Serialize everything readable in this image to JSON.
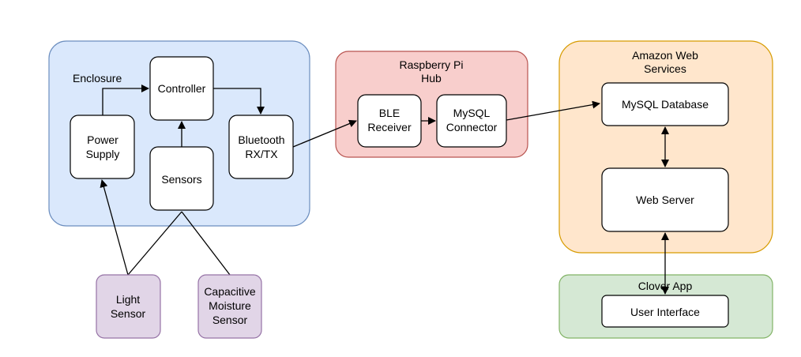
{
  "colors": {
    "enclosure_fill": "#dae8fc",
    "enclosure_stroke": "#6c8ebf",
    "pi_fill": "#f8cecc",
    "pi_stroke": "#b85450",
    "aws_fill": "#ffe6cc",
    "aws_stroke": "#d79b00",
    "app_fill": "#d5e8d4",
    "app_stroke": "#82b366",
    "sensor_fill": "#e1d5e7",
    "sensor_stroke": "#9673a6",
    "node_fill": "#ffffff",
    "line": "#000000"
  },
  "groups": {
    "enclosure": {
      "title": "Enclosure"
    },
    "pi": {
      "title_line1": "Raspberry Pi",
      "title_line2": "Hub"
    },
    "aws": {
      "title_line1": "Amazon Web",
      "title_line2": "Services"
    },
    "app": {
      "title": "Clover App"
    }
  },
  "nodes": {
    "controller": {
      "label": "Controller"
    },
    "power_supply": {
      "label_line1": "Power",
      "label_line2": "Supply"
    },
    "sensors": {
      "label": "Sensors"
    },
    "bluetooth": {
      "label_line1": "Bluetooth",
      "label_line2": "RX/TX"
    },
    "ble_receiver": {
      "label_line1": "BLE",
      "label_line2": "Receiver"
    },
    "mysql_connector": {
      "label_line1": "MySQL",
      "label_line2": "Connector"
    },
    "mysql_database": {
      "label": "MySQL Database"
    },
    "web_server": {
      "label": "Web Server"
    },
    "user_interface": {
      "label": "User Interface"
    },
    "light_sensor": {
      "label_line1": "Light",
      "label_line2": "Sensor"
    },
    "moisture_sensor": {
      "label_line1": "Capacitive",
      "label_line2": "Moisture",
      "label_line3": "Sensor"
    }
  },
  "edges": [
    {
      "from": "power_supply",
      "to": "controller",
      "arrow": "end"
    },
    {
      "from": "controller",
      "to": "bluetooth",
      "arrow": "end"
    },
    {
      "from": "sensors",
      "to": "controller",
      "arrow": "end"
    },
    {
      "from": "bluetooth",
      "to": "ble_receiver",
      "arrow": "end"
    },
    {
      "from": "ble_receiver",
      "to": "mysql_connector",
      "arrow": "end"
    },
    {
      "from": "mysql_connector",
      "to": "mysql_database",
      "arrow": "end"
    },
    {
      "from": "mysql_database",
      "to": "web_server",
      "arrow": "both"
    },
    {
      "from": "web_server",
      "to": "user_interface",
      "arrow": "both"
    },
    {
      "from": "light_sensor",
      "to": "power_supply",
      "arrow": "end"
    },
    {
      "from": "light_sensor",
      "to": "sensors",
      "arrow": "none"
    },
    {
      "from": "moisture_sensor",
      "to": "sensors",
      "arrow": "none"
    }
  ]
}
